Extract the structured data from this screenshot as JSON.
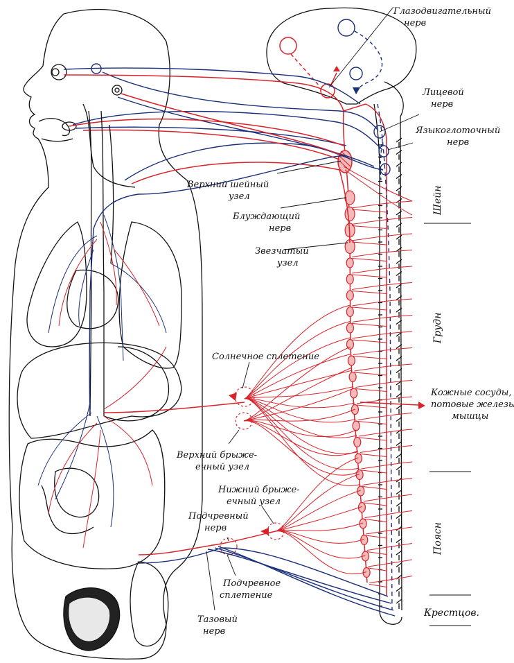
{
  "colors": {
    "sympathetic": "#d8232a",
    "parasympathetic": "#1a2f7a",
    "outline": "#111111"
  },
  "labels": {
    "oculomotor": [
      "Глазодвигательный",
      "нерв"
    ],
    "facial": [
      "Лицевой",
      "нерв"
    ],
    "glossopharyngeal": [
      "Языкоглоточный",
      "нерв"
    ],
    "superior_cervical": [
      "Верхний шейный",
      "узел"
    ],
    "vagus": [
      "Блуждающий",
      "нерв"
    ],
    "stellate": [
      "Звезчатый",
      "узел"
    ],
    "celiac_plexus": [
      "Солнечное сплетение"
    ],
    "superior_mesenteric": [
      "Верхний брыже-",
      "ечный узел"
    ],
    "inferior_mesenteric": [
      "Нижний брыже-",
      "ечный узел"
    ],
    "hypogastric_nerve": [
      "Подчревный",
      "нерв"
    ],
    "hypogastric_plexus": [
      "Подчревное",
      "сплетение"
    ],
    "pelvic_nerve": [
      "Тазовый",
      "нерв"
    ],
    "targets": [
      "Кожные сосуды,",
      "потовые железы,",
      "мышцы"
    ]
  },
  "spinal_regions": [
    "Шейн",
    "Грудн",
    "Поясн",
    "Крестцов."
  ]
}
